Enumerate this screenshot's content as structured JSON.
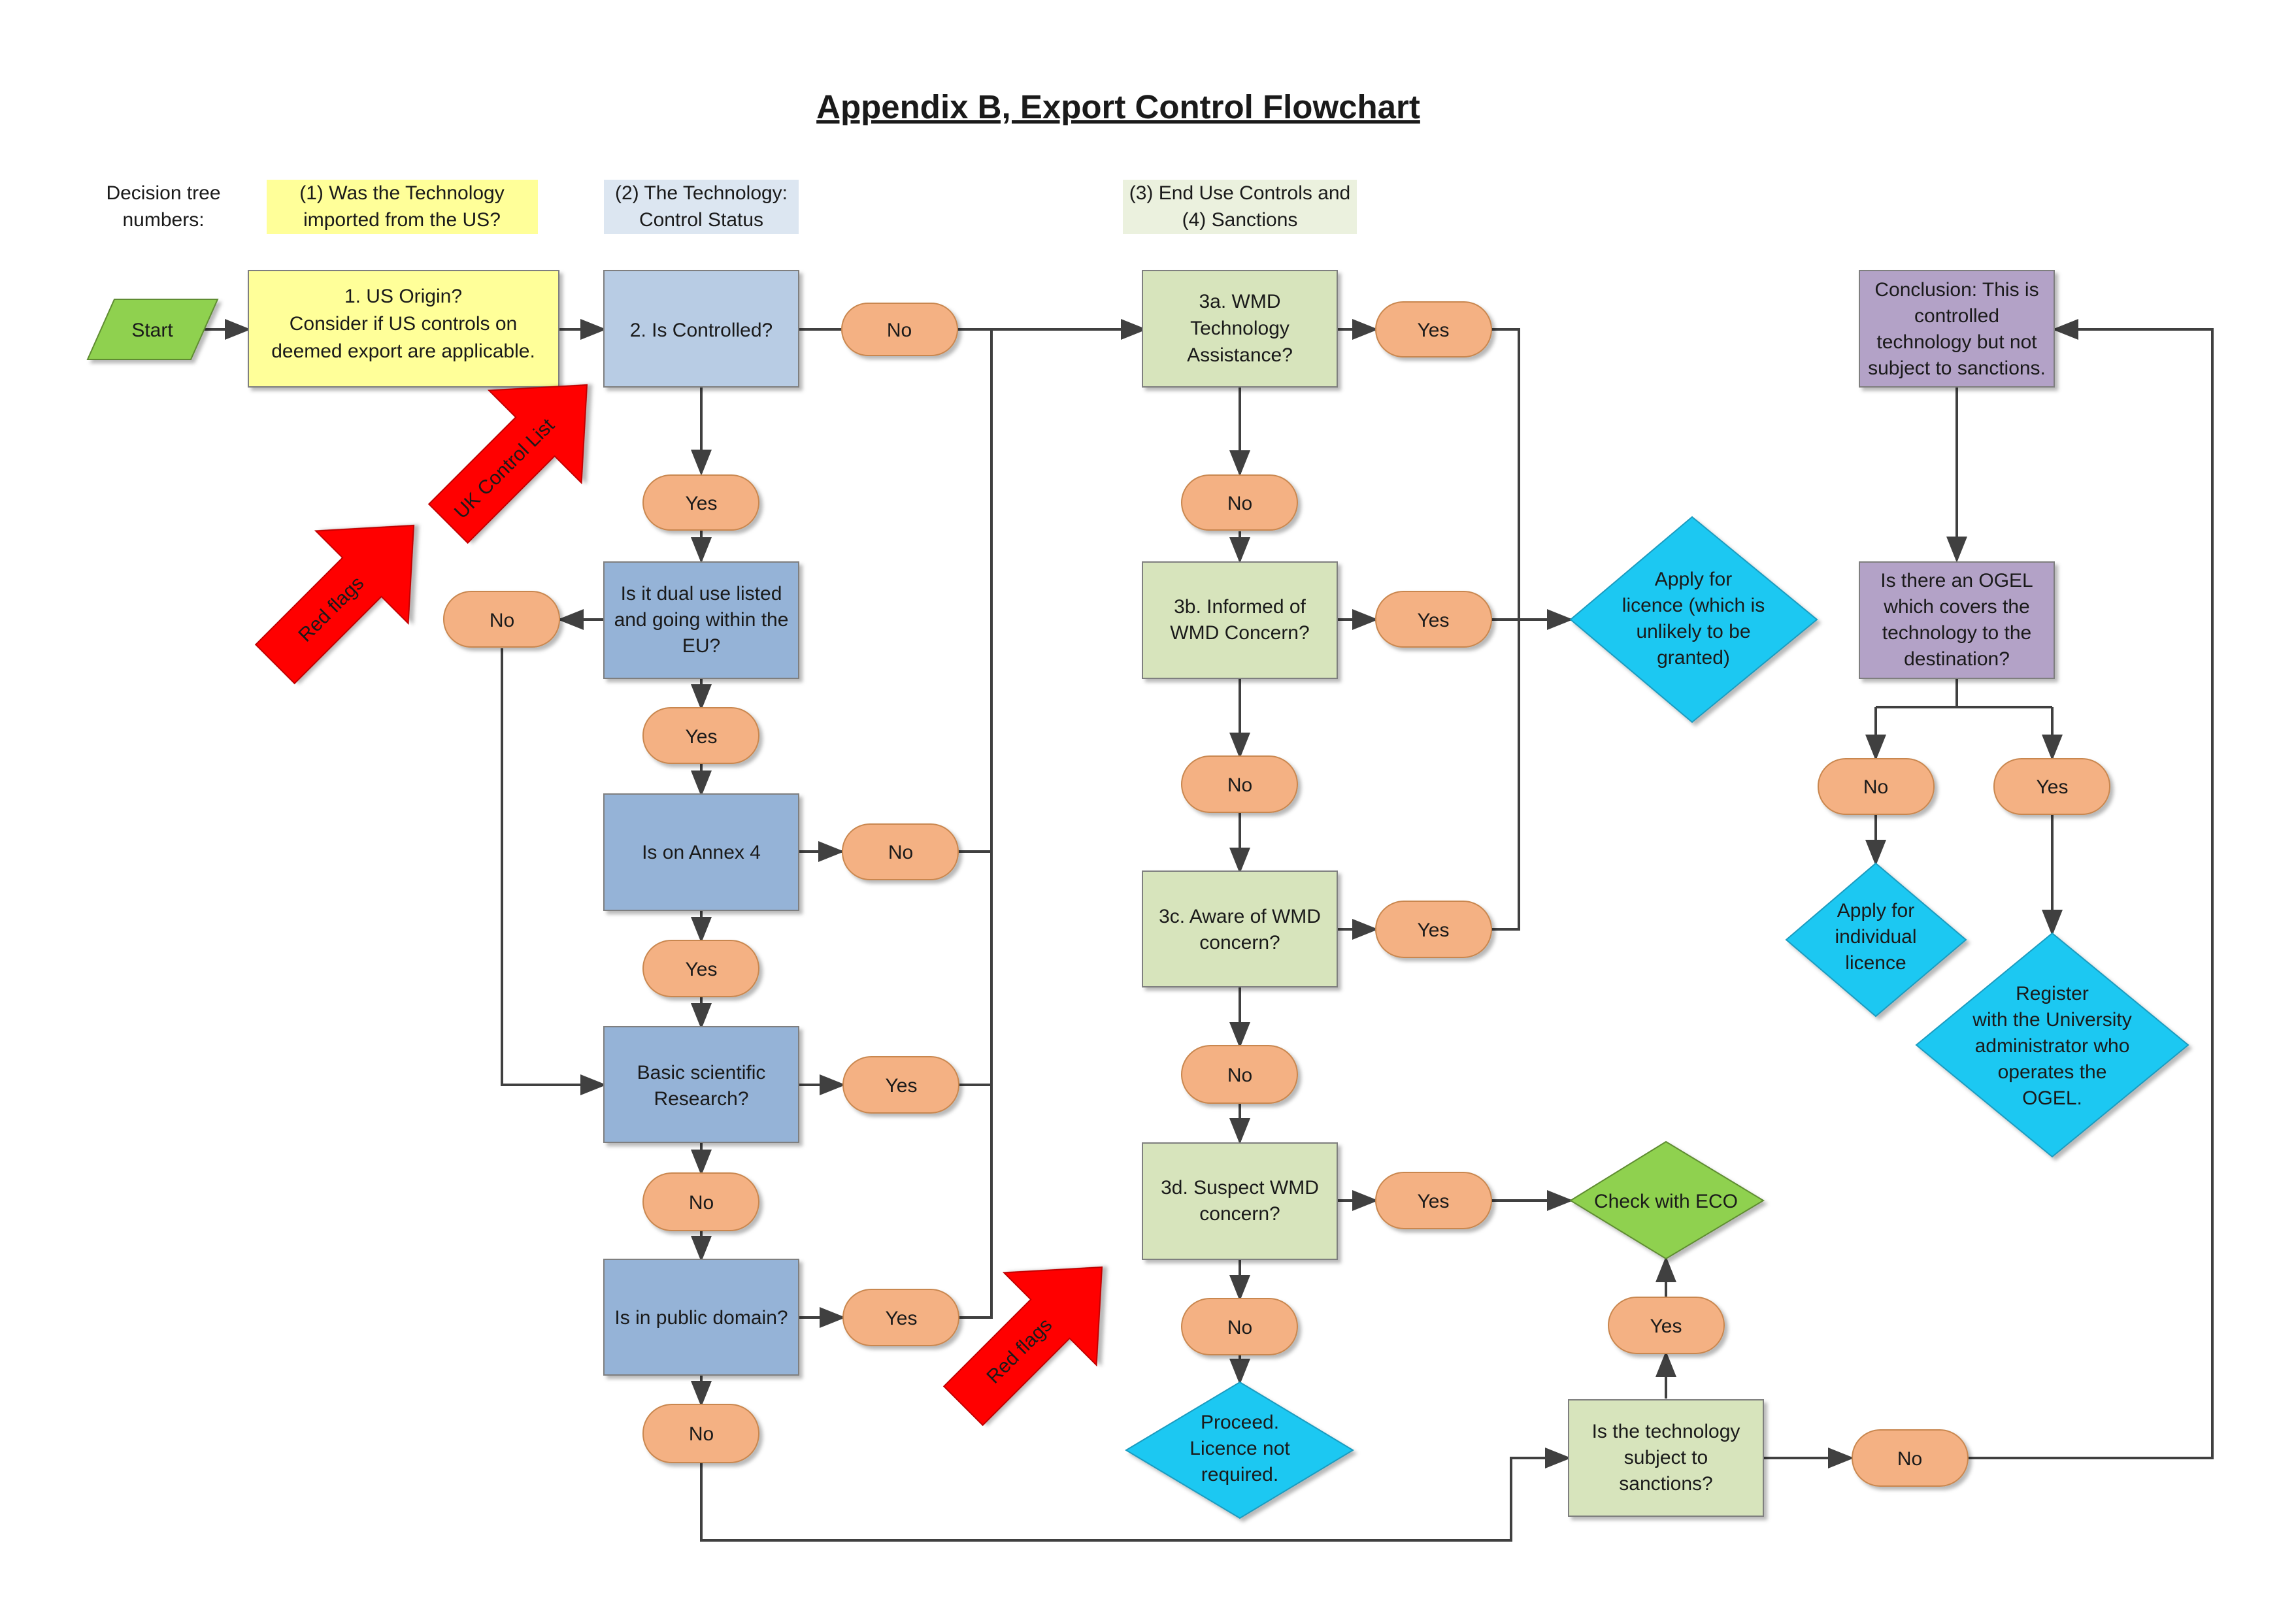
{
  "title": "Appendix B, Export Control Flowchart",
  "colors": {
    "process_blue": "#b8cce4",
    "process_blue_dark": "#95b3d7",
    "process_green": "#d7e4bc",
    "process_yellow": "#ffff99",
    "process_purple": "#b3a2c7",
    "terminal_orange": "#f4b183",
    "decision_cyan": "#1ec8f2",
    "decision_green": "#8fd14f",
    "start_green": "#8fd14f",
    "red_flag": "#ff0000",
    "connector": "#404040"
  },
  "headers": {
    "decision_tree": [
      "Decision tree",
      "numbers:"
    ],
    "h1": [
      "(1) Was the Technology",
      "imported from the US?"
    ],
    "h2": [
      "(2) The Technology:",
      "Control Status"
    ],
    "h3": [
      "(3) End Use Controls and",
      "(4) Sanctions"
    ]
  },
  "nodes": {
    "start": [
      "Start"
    ],
    "us_origin": [
      "1. US Origin?",
      "Consider if US controls on",
      "deemed export are applicable."
    ],
    "is_controlled": [
      "2. Is Controlled?"
    ],
    "dual_use": [
      "Is it dual use listed",
      "and going within the",
      "EU?"
    ],
    "annex4": [
      "Is on Annex 4"
    ],
    "basic_research": [
      "Basic scientific",
      "Research?"
    ],
    "public_domain": [
      "Is in public domain?"
    ],
    "wmd_3a": [
      "3a. WMD",
      "Technology",
      "Assistance?"
    ],
    "wmd_3b": [
      "3b. Informed of",
      "WMD Concern?"
    ],
    "wmd_3c": [
      "3c. Aware of WMD",
      "concern?"
    ],
    "wmd_3d": [
      "3d. Suspect WMD",
      "concern?"
    ],
    "apply_licence": [
      "Apply for",
      "licence (which is",
      "unlikely to be",
      "granted)"
    ],
    "check_eco": [
      "Check with ECO"
    ],
    "proceed": [
      "Proceed.",
      "Licence not",
      "required."
    ],
    "sanctions": [
      "Is the technology",
      "subject to",
      "sanctions?"
    ],
    "conclusion": [
      "Conclusion: This is",
      "controlled",
      "technology but not",
      "subject to sanctions."
    ],
    "ogel": [
      "Is there an OGEL",
      "which covers the",
      "technology to the",
      "destination?"
    ],
    "apply_individual": [
      "Apply for",
      "individual",
      "licence"
    ],
    "register": [
      "Register",
      "with the University",
      "administrator who",
      "operates the",
      "OGEL."
    ]
  },
  "answers": {
    "a_controlled_no": "No",
    "a_controlled_yes": "Yes",
    "a_dual_no": "No",
    "a_dual_yes": "Yes",
    "a_annex_no": "No",
    "a_annex_yes": "Yes",
    "a_research_yes": "Yes",
    "a_research_no": "No",
    "a_public_yes": "Yes",
    "a_public_no": "No",
    "a_3a_yes": "Yes",
    "a_3a_no": "No",
    "a_3b_yes": "Yes",
    "a_3b_no": "No",
    "a_3c_yes": "Yes",
    "a_3c_no": "No",
    "a_3d_yes": "Yes",
    "a_3d_no": "No",
    "a_sanctions_yes": "Yes",
    "a_sanctions_no": "No",
    "a_ogel_no": "No",
    "a_ogel_yes": "Yes"
  },
  "flags": {
    "uk_control_list": "UK Control List",
    "red_flags_left": "Red flags",
    "red_flags_bottom": "Red flags"
  }
}
